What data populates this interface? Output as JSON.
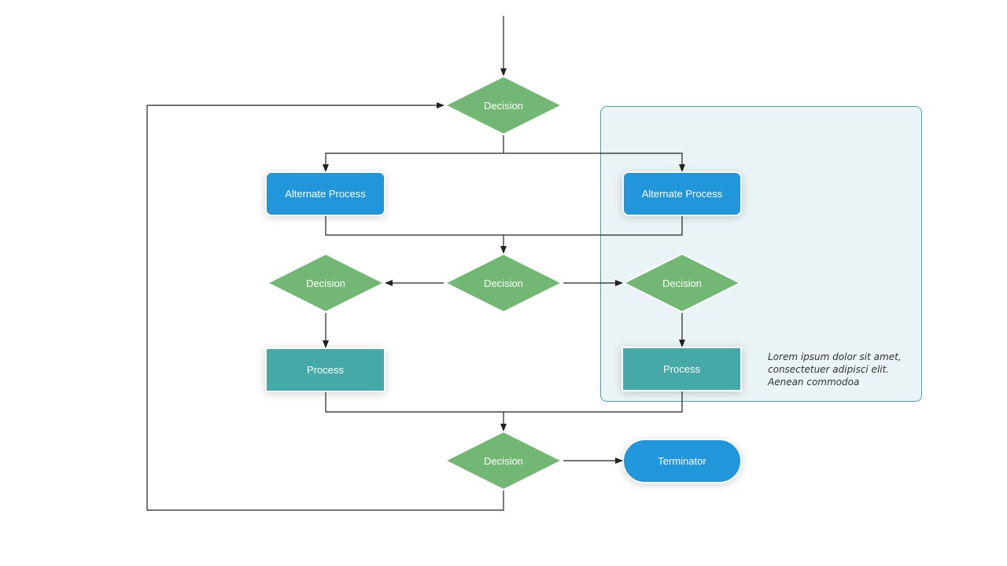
{
  "colors": {
    "decision_fill": "#72b874",
    "process_fill": "#45a9a7",
    "alternate_process_fill": "#2196db",
    "terminator_fill": "#2196db",
    "group_fill": "#eaf3f5",
    "group_border": "#44a8a6",
    "connector": "#222222"
  },
  "icons": {
    "arrowhead": "arrow-head-icon"
  },
  "flowchart": {
    "decision_top": {
      "label": "Decision"
    },
    "alt_process_left": {
      "label": "Alternate Process"
    },
    "alt_process_right": {
      "label": "Alternate Process"
    },
    "decision_middle_left": {
      "label": "Decision"
    },
    "decision_middle_center": {
      "label": "Decision"
    },
    "decision_middle_right": {
      "label": "Decision"
    },
    "process_left": {
      "label": "Process"
    },
    "process_right": {
      "label": "Process"
    },
    "decision_bottom": {
      "label": "Decision"
    },
    "terminator": {
      "label": "Terminator"
    },
    "note": {
      "lines": [
        "Lorem ipsum dolor sit amet,",
        "consectetuer adipisci elit.",
        "Aenean commodoa"
      ]
    }
  }
}
